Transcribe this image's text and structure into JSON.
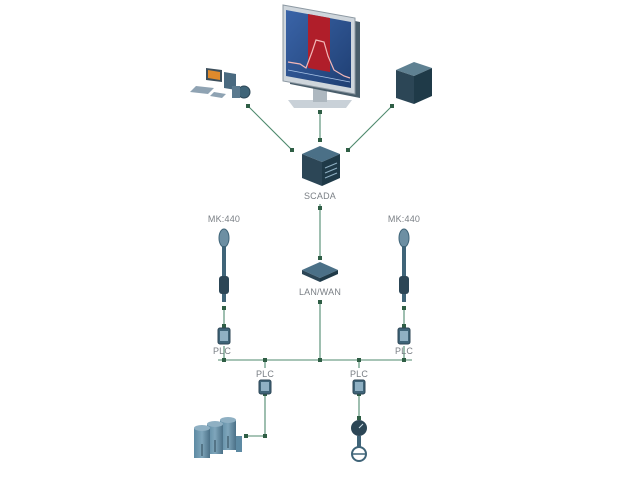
{
  "diagram": {
    "title": "SCADA network topology",
    "colors": {
      "wire": "#4f8a6e",
      "node": "#2f5e45",
      "label": "#7a7f85",
      "device_dark": "#2c4656",
      "device_mid": "#3f6478",
      "screen_bg": "#2a4d86",
      "screen_highlight": "#b01e2a"
    },
    "nodes": {
      "monitor": {
        "label": "",
        "icon": "monitor-icon"
      },
      "workstation": {
        "label": "",
        "icon": "workstation-icon"
      },
      "server_box": {
        "label": "",
        "icon": "server-box-icon"
      },
      "scada": {
        "label": "SCADA",
        "icon": "server-rack-icon"
      },
      "lan": {
        "label": "LAN/WAN",
        "icon": "network-switch-icon"
      },
      "sensor_left": {
        "label": "MK:440",
        "icon": "sensor-probe-icon"
      },
      "sensor_right": {
        "label": "MK:440",
        "icon": "sensor-probe-icon"
      },
      "plc_left": {
        "label": "PLC",
        "icon": "plc-icon"
      },
      "plc_right": {
        "label": "PLC",
        "icon": "plc-icon"
      },
      "plc_tanks": {
        "label": "PLC",
        "icon": "plc-icon"
      },
      "plc_valve": {
        "label": "PLC",
        "icon": "plc-icon"
      },
      "tanks": {
        "label": "",
        "icon": "storage-tanks-icon"
      },
      "valve": {
        "label": "",
        "icon": "valve-gauge-icon"
      }
    }
  }
}
